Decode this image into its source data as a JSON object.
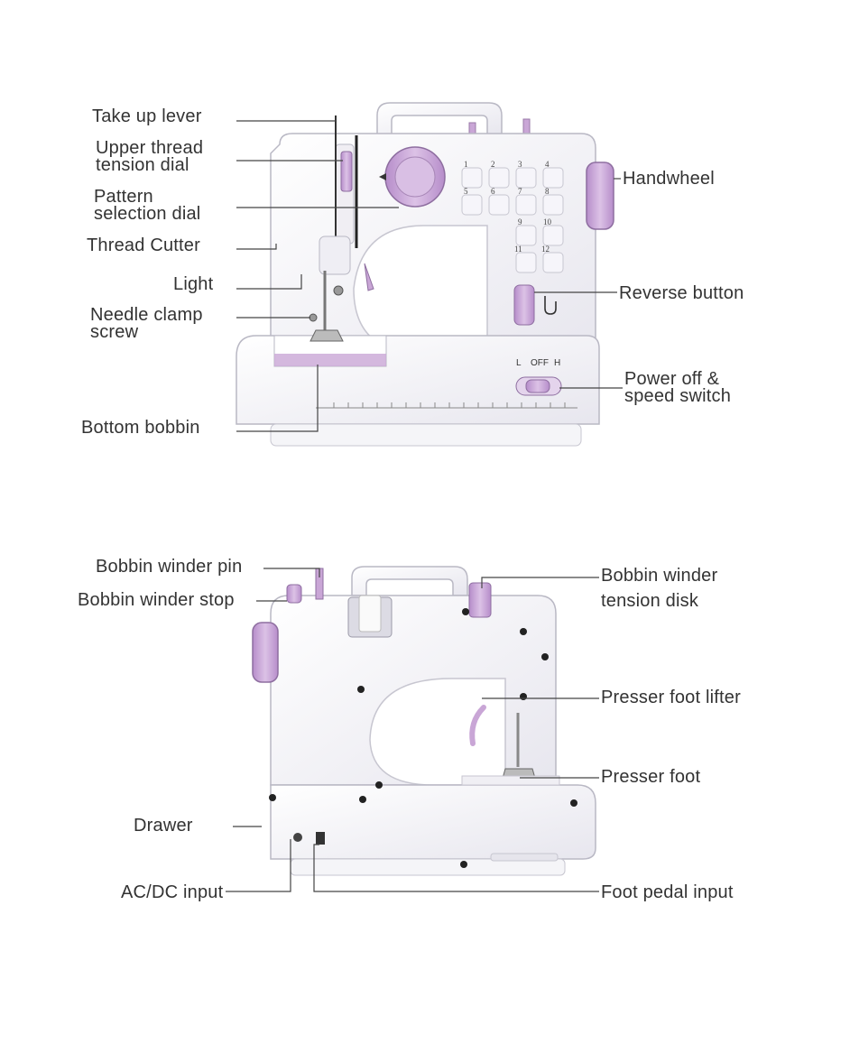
{
  "front_view": {
    "labels": {
      "take_up_lever": "Take up lever",
      "upper_thread_tension_dial": [
        "Upper thread",
        "tension dial"
      ],
      "pattern_selection_dial": [
        "Pattern",
        "selection dial"
      ],
      "thread_cutter": "Thread Cutter",
      "light": "Light",
      "needle_clamp_screw": [
        "Needle clamp",
        "screw"
      ],
      "bottom_bobbin": "Bottom bobbin",
      "handwheel": "Handwheel",
      "reverse_button": "Reverse button",
      "power_speed_switch": [
        "Power off &",
        "speed switch"
      ]
    },
    "switch_markings": {
      "low": "L",
      "off": "OFF",
      "high": "H"
    },
    "stitch_numbers": [
      "1",
      "2",
      "3",
      "4",
      "5",
      "6",
      "7",
      "8",
      "9",
      "10",
      "11",
      "12"
    ],
    "colors": {
      "accent": "#c9a6d6",
      "body": "#f3f2f7",
      "outline": "#b9b8c4"
    }
  },
  "back_view": {
    "labels": {
      "bobbin_winder_pin": "Bobbin winder pin",
      "bobbin_winder_stop": "Bobbin winder stop",
      "bobbin_winder_tension_disk": [
        "Bobbin winder",
        "tension disk"
      ],
      "presser_foot_lifter": "Presser foot lifter",
      "presser_foot": "Presser foot",
      "drawer": "Drawer",
      "ac_dc_input": "AC/DC input",
      "foot_pedal_input": "Foot pedal input"
    }
  }
}
